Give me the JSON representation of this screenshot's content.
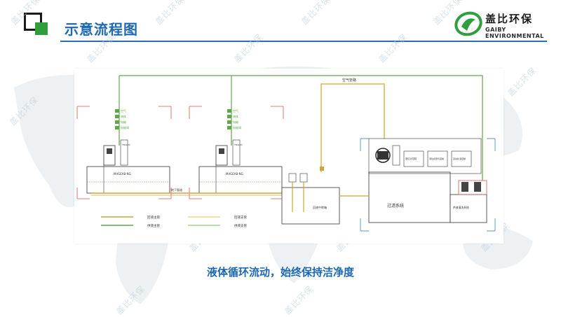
{
  "header": {
    "title": "示意流程图",
    "brand_cn": "盖比环保",
    "brand_en": "GAIBY ENVIRONMENTAL"
  },
  "watermark": "盖比环保",
  "diagram": {
    "tank1_label": "MAGEAB-NG",
    "tank2_label": "MAGEAB-NG",
    "tag_a": "TB4120",
    "tag_b": "TB4120",
    "valve_labels": [
      "空气",
      "液体",
      "电磁",
      "电磁阀"
    ],
    "underground_label": "地下管道",
    "air_pipe_label": "空气管路",
    "mid_tank_label": "回液中转箱",
    "filter_label": "过滤系统",
    "clean_label": "供液清洗系统",
    "box1": "液位计控制",
    "box2": "液位感测与控制",
    "box3": "自动补液控制",
    "legend": [
      {
        "label": "回液主管",
        "color": "#c9a83c"
      },
      {
        "label": "供液主管",
        "color": "#5fa84a"
      },
      {
        "label": "回液支管",
        "color": "#e8d68a"
      },
      {
        "label": "供液支管",
        "color": "#a6d08a"
      }
    ]
  },
  "caption": "液体循环流动，始终保持洁净度"
}
